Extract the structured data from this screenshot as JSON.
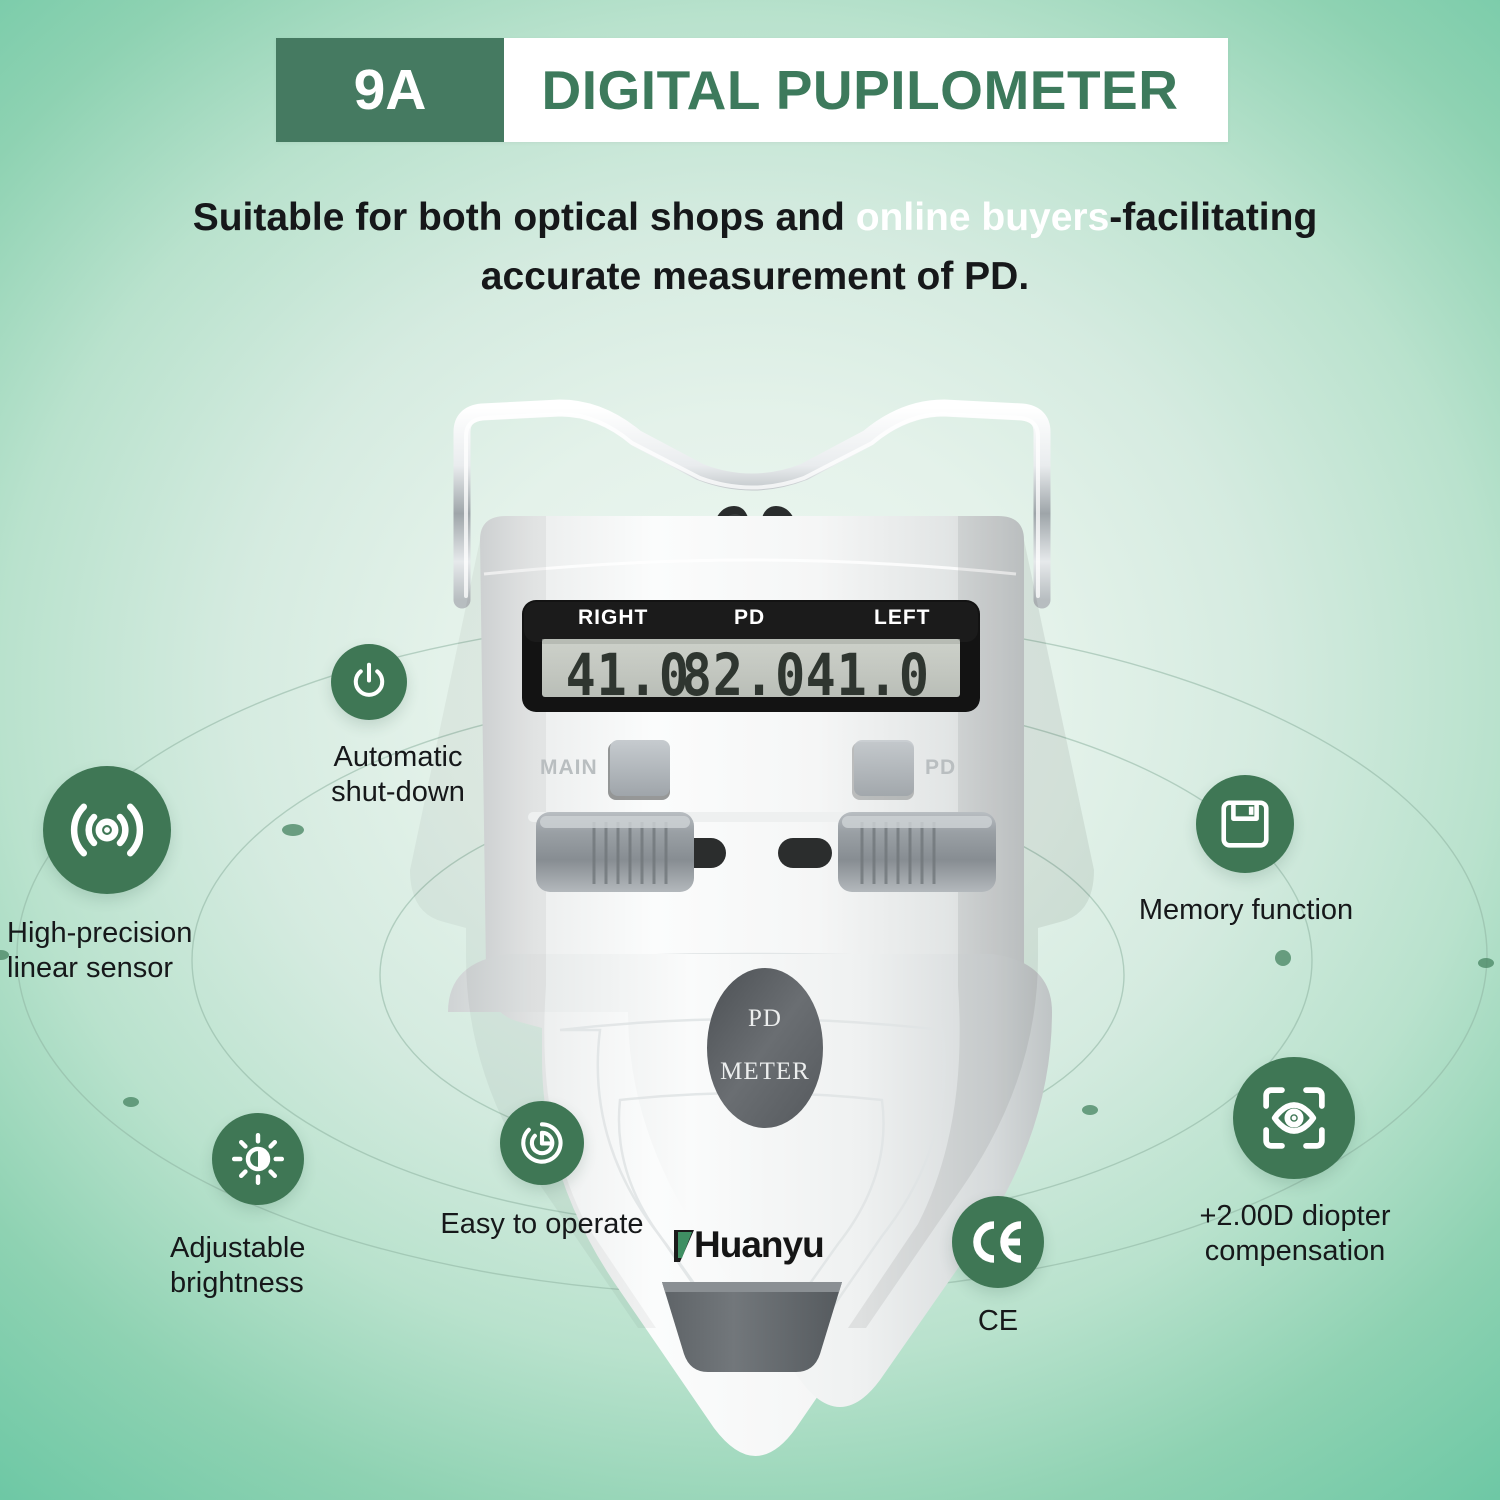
{
  "banner": {
    "code": "9A",
    "title": "DIGITAL PUPILOMETER"
  },
  "subtitle": {
    "part1": "Suitable for both optical shops and ",
    "highlight": "online buyers",
    "part2": "-facilitating accurate measurement of PD."
  },
  "device": {
    "lcd": {
      "label_right": "RIGHT",
      "label_pd": "PD",
      "label_left": "LEFT",
      "value_right": "41.0",
      "value_pd": "82.0",
      "value_left": "41.0"
    },
    "button_labels": {
      "main": "MAIN",
      "pd": "PD"
    },
    "badge_line1": "PD",
    "badge_line2": "METER",
    "brand": "Huanyu"
  },
  "features": [
    {
      "id": "shutdown",
      "icon": "power-icon",
      "label": "Automatic\nshut-down"
    },
    {
      "id": "sensor",
      "icon": "signal-wave-icon",
      "label": "High-precision\nlinear sensor"
    },
    {
      "id": "bright",
      "icon": "brightness-icon",
      "label": "Adjustable\nbrightness"
    },
    {
      "id": "easy",
      "icon": "gesture-tap-icon",
      "label": "Easy to operate"
    },
    {
      "id": "memory",
      "icon": "floppy-disk-icon",
      "label": "Memory function"
    },
    {
      "id": "ce",
      "icon": "ce-mark-icon",
      "label": "CE"
    },
    {
      "id": "diopter",
      "icon": "eye-focus-icon",
      "label": "+2.00D diopter\ncompensation"
    }
  ],
  "colors": {
    "brand_green": "#457a61",
    "icon_green": "#3f7755",
    "title_green": "#3d7a5c",
    "bg_center": "#eef7f2",
    "bg_edge": "#6ec8a5",
    "lcd_face": "#c9cdc6",
    "lcd_bezel": "#141414"
  }
}
